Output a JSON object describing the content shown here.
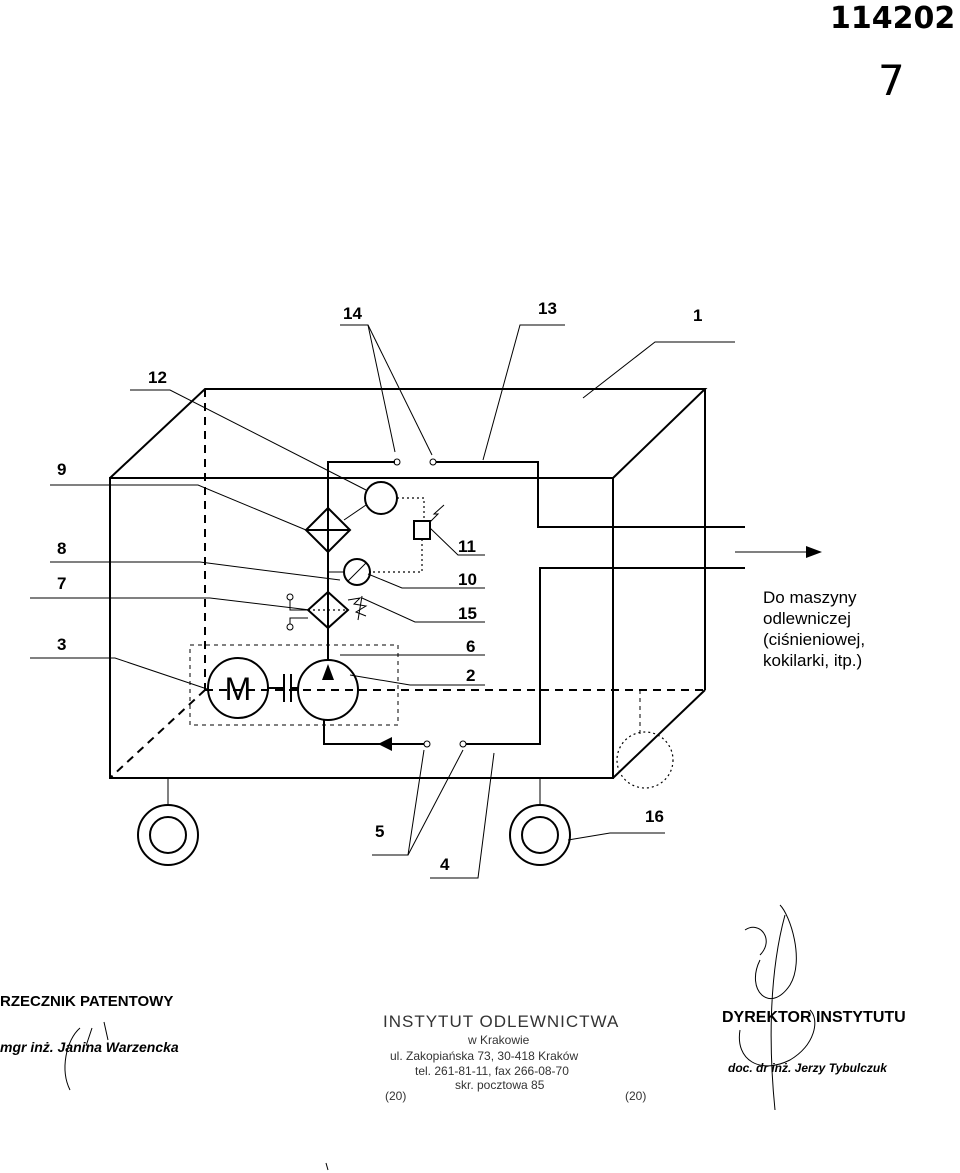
{
  "header": {
    "doc_number": "114202",
    "sheet_number": "7"
  },
  "labels": [
    "14",
    "13",
    "1",
    "12",
    "9",
    "8",
    "7",
    "3",
    "11",
    "10",
    "15",
    "6",
    "2",
    "5",
    "4",
    "16"
  ],
  "motor_symbol": "M",
  "destination_note": [
    "Do maszyny",
    "odlewniczej",
    "(ciśnieniowej,",
    "kokilarki, itp.)"
  ],
  "stamps": {
    "patent_agent": {
      "title": "RZECZNIK PATENTOWY",
      "name": "mgr inż. Janina Warzencka"
    },
    "institute": {
      "lines": [
        "INSTYTUT ODLEWNICTWA",
        "w Krakowie",
        "ul. Zakopiańska 73, 30-418 Kraków",
        "tel. 261-81-11, fax 266-08-70",
        "skr. pocztowa 85"
      ],
      "code_left": "(20)",
      "code_right": "(20)"
    },
    "director": {
      "title": "DYREKTOR INSTYTUTU",
      "name": "doc. dr inż. Jerzy Tybulczuk"
    }
  }
}
